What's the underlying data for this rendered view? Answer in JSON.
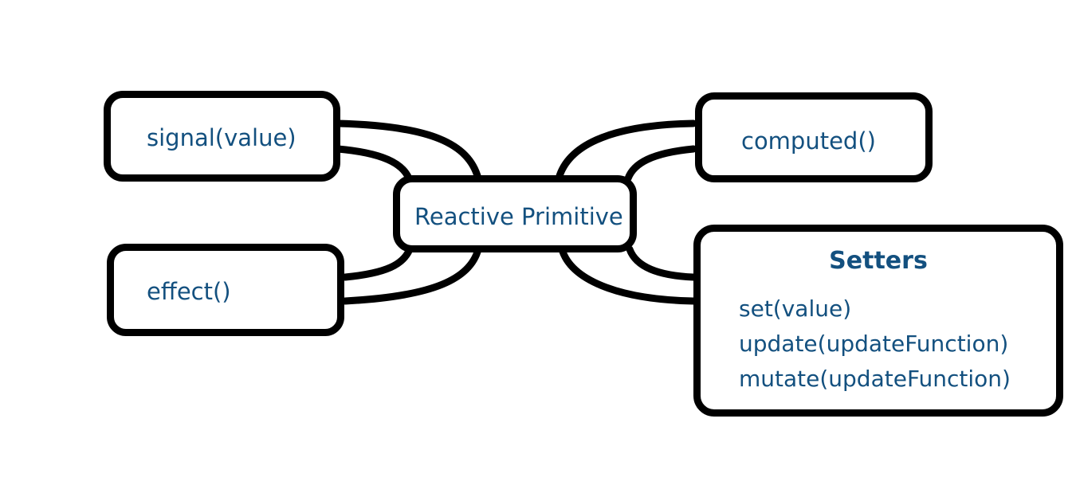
{
  "diagram": {
    "center": {
      "label": "Reactive Primitive"
    },
    "nodes": {
      "signal": {
        "label": "signal(value)"
      },
      "effect": {
        "label": "effect()"
      },
      "computed": {
        "label": "computed()"
      },
      "setters": {
        "title": "Setters",
        "items": [
          {
            "label": "set(value)"
          },
          {
            "label": "update(updateFunction)"
          },
          {
            "label": "mutate(updateFunction)"
          }
        ]
      }
    },
    "edges": [
      {
        "from": "center",
        "to": "signal"
      },
      {
        "from": "center",
        "to": "effect"
      },
      {
        "from": "center",
        "to": "computed"
      },
      {
        "from": "center",
        "to": "setters"
      }
    ],
    "colors": {
      "text": "#13507f",
      "border": "#000000",
      "background": "#ffffff"
    }
  }
}
